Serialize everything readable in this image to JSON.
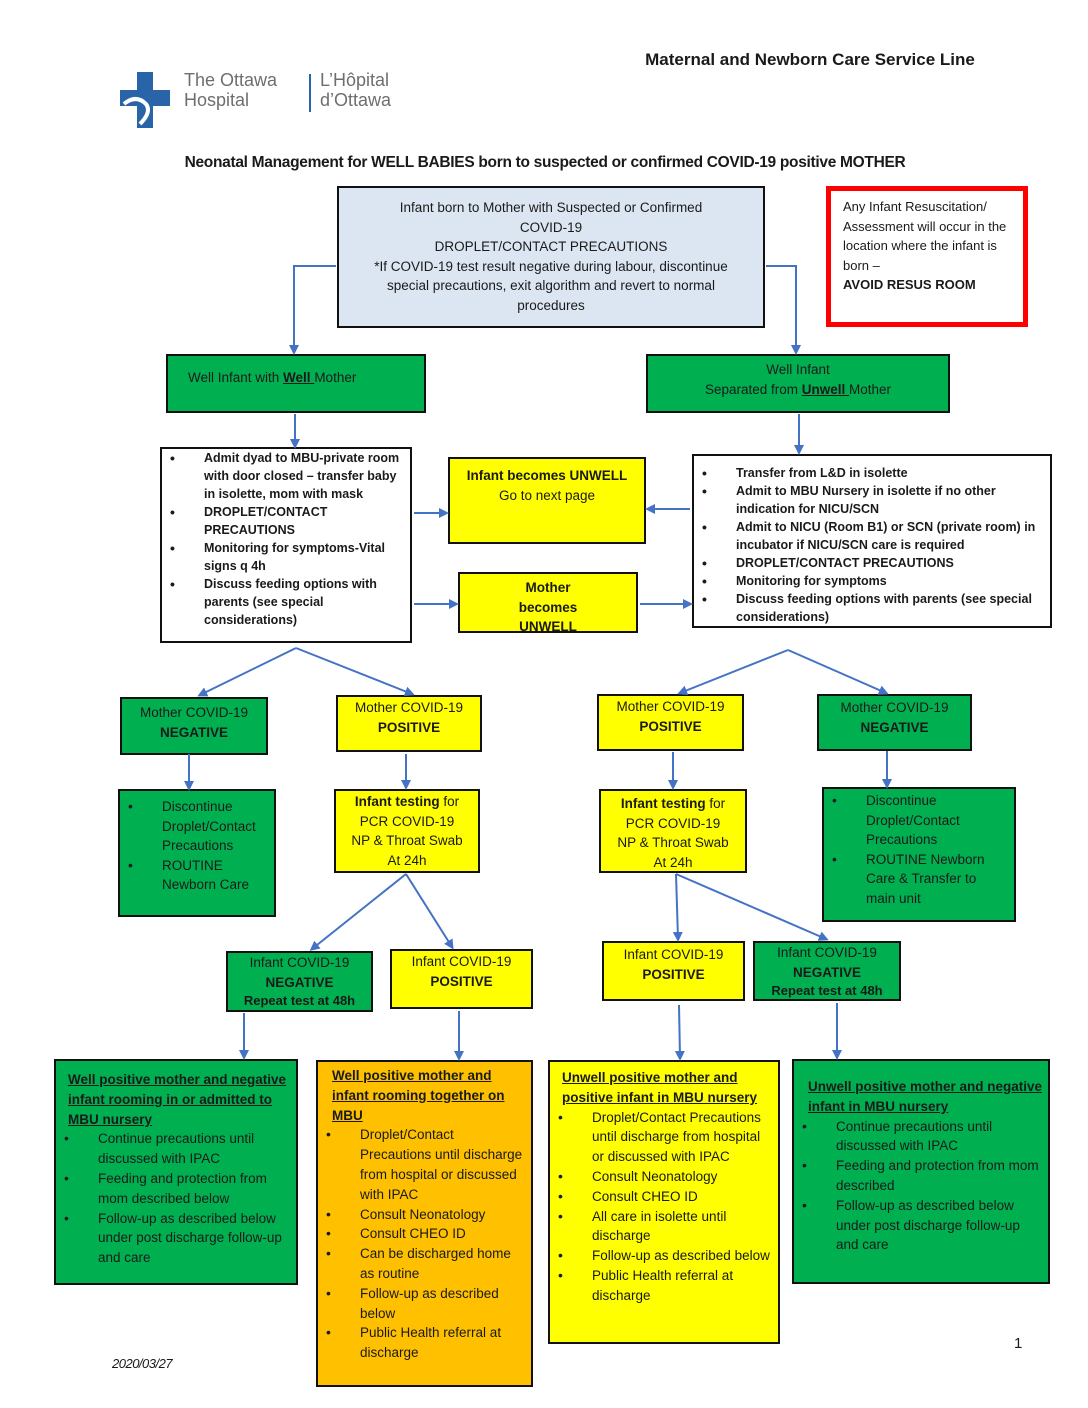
{
  "header": {
    "service_line": "Maternal and Newborn Care Service Line",
    "logo": {
      "en_line1": "The Ottawa",
      "en_line2": "Hospital",
      "fr_line1": "L’Hôpital",
      "fr_line2": "d’Ottawa",
      "icon": "hospital-cross-logo-icon"
    },
    "title": "Neonatal Management for WELL BABIES born to suspected or confirmed COVID-19 positive MOTHER"
  },
  "colors": {
    "green": "#00b050",
    "yellow": "#ffff00",
    "orange": "#ffc000",
    "light_blue": "#dce6f2",
    "alert_red": "#ff0000",
    "arrow_blue": "#4472c4"
  },
  "start": {
    "line1": "Infant born to Mother with Suspected or Confirmed",
    "line2": "COVID-19",
    "line3": "DROPLET/CONTACT PRECAUTIONS",
    "line4": "*If COVID-19 test result negative during labour, discontinue special precautions, exit algorithm and revert to normal procedures"
  },
  "alert": {
    "text": "Any Infant Resuscitation/ Assessment will occur in the location where the infant is born –",
    "emphasis": "AVOID RESUS ROOM"
  },
  "well_mother": {
    "prefix": "Well Infant with ",
    "emphasis": "Well ",
    "suffix": "Mother",
    "bullets": [
      "Admit dyad to MBU-private room with door closed – transfer baby in isolette, mom with mask",
      "DROPLET/CONTACT PRECAUTIONS",
      "Monitoring for symptoms-Vital signs q 4h",
      "Discuss feeding options with parents (see special considerations)"
    ]
  },
  "unwell_mother": {
    "line1": "Well Infant",
    "prefix": "Separated from ",
    "emphasis": "Unwell ",
    "suffix": "Mother",
    "bullets": [
      "Transfer from L&D in isolette",
      "Admit to MBU Nursery in isolette if no other indication for NICU/SCN",
      "Admit to NICU (Room B1) or SCN (private room) in incubator if NICU/SCN care is required",
      "DROPLET/CONTACT PRECAUTIONS",
      "Monitoring for symptoms",
      "Discuss feeding options with parents (see special considerations)"
    ]
  },
  "infant_unwell": {
    "title": "Infant becomes UNWELL",
    "subtitle": "Go to next page"
  },
  "mother_unwell": {
    "title": "Mother becomes UNWELL"
  },
  "left_branch": {
    "mother_negative": {
      "line1": "Mother COVID-19",
      "line2": "NEGATIVE"
    },
    "mother_positive": {
      "line1": "Mother COVID-19",
      "line2": "POSITIVE"
    },
    "negative_care": [
      "Discontinue Droplet/Contact Precautions",
      "ROUTINE Newborn Care"
    ],
    "testing": {
      "bold": "Infant testing",
      "rest": " for",
      "line2": "PCR COVID-19",
      "line3": "NP & Throat Swab",
      "line4": "At 24h"
    },
    "infant_negative": {
      "line1": "Infant COVID-19",
      "line2": "NEGATIVE",
      "line3": "Repeat test at 48h"
    },
    "infant_positive": {
      "line1": "Infant COVID-19",
      "line2": "POSITIVE"
    }
  },
  "right_branch": {
    "mother_positive": {
      "line1": "Mother COVID-19",
      "line2": "POSITIVE"
    },
    "mother_negative": {
      "line1": "Mother COVID-19",
      "line2": "NEGATIVE"
    },
    "negative_care": [
      "Discontinue Droplet/Contact Precautions",
      "ROUTINE Newborn Care & Transfer to main unit"
    ],
    "testing": {
      "bold": "Infant testing",
      "rest": " for",
      "line2": "PCR COVID-19",
      "line3": "NP & Throat Swab",
      "line4": "At 24h"
    },
    "infant_positive": {
      "line1": "Infant COVID-19",
      "line2": "POSITIVE"
    },
    "infant_negative": {
      "line1": "Infant COVID-19",
      "line2": "NEGATIVE",
      "line3": "Repeat test at 48h"
    }
  },
  "outcomes": [
    {
      "title": "Well positive mother and negative infant rooming in or admitted to MBU nursery",
      "bullets": [
        "Continue precautions until discussed with IPAC",
        "Feeding and protection from mom described below",
        "Follow-up as described below under post discharge follow-up and care"
      ]
    },
    {
      "title": "Well positive mother and infant rooming together on MBU",
      "bullets": [
        "Droplet/Contact Precautions until discharge from hospital or discussed with IPAC",
        "Consult Neonatology",
        "Consult CHEO ID",
        "Can be discharged home as routine",
        "Follow-up as described below",
        "Public Health referral at discharge"
      ]
    },
    {
      "title": "Unwell positive mother and positive infant in MBU nursery",
      "bullets": [
        "Droplet/Contact Precautions until discharge from hospital or discussed with IPAC",
        "Consult Neonatology",
        "Consult CHEO ID",
        "All care in isolette until discharge",
        "Follow-up as described below",
        "Public Health referral at discharge"
      ]
    },
    {
      "title": "Unwell positive mother and negative infant in MBU nursery",
      "bullets": [
        "Continue precautions until discussed with IPAC",
        "Feeding and protection from mom described",
        "Follow-up as described below under post discharge follow-up and care"
      ]
    }
  ],
  "footer": {
    "date": "2020/03/27",
    "page_number": "1"
  }
}
